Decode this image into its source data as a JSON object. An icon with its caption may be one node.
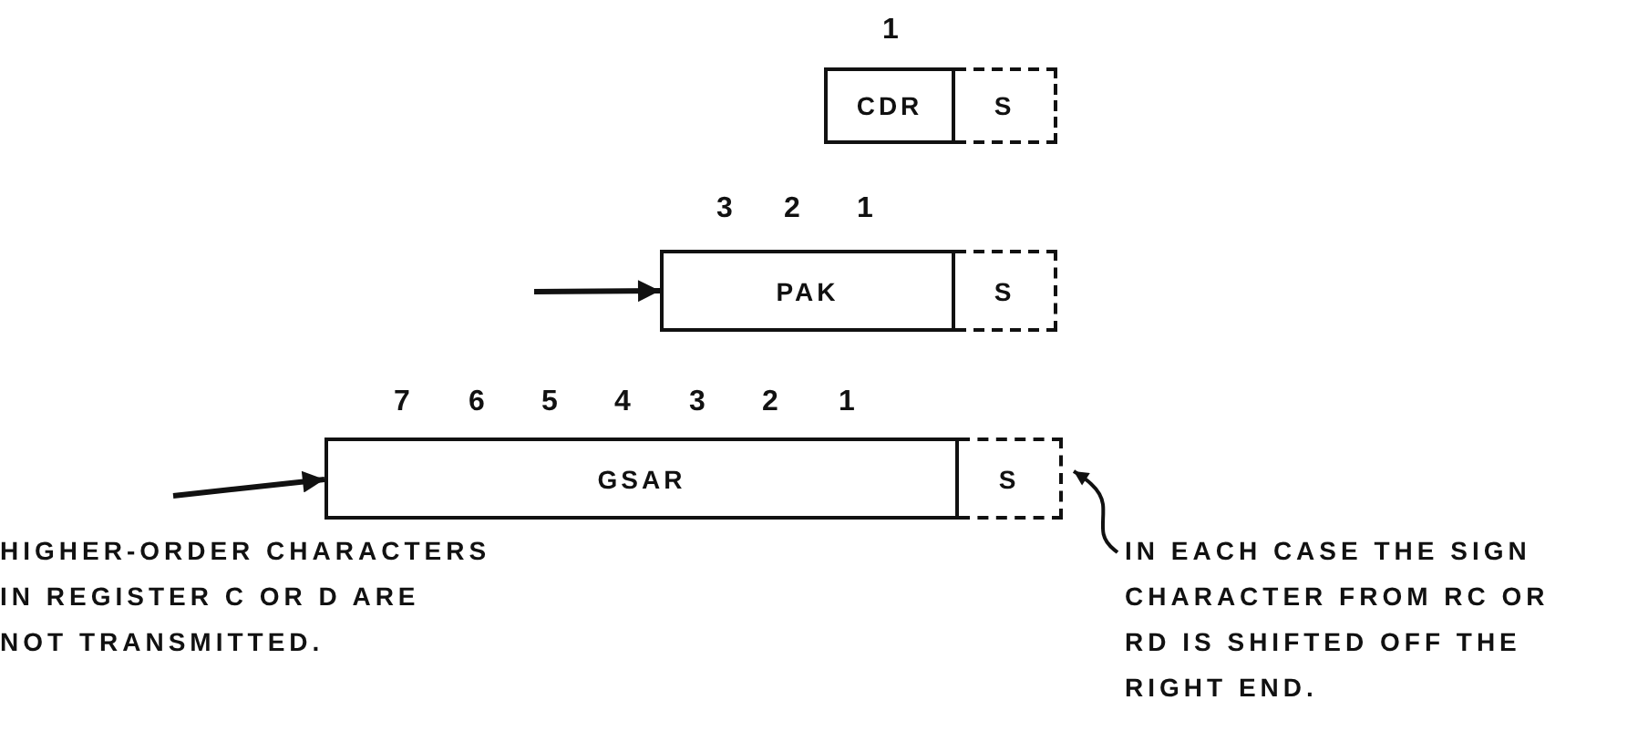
{
  "diagram": {
    "nodes": [
      {
        "text": [
          "CDR"
        ]
      },
      {
        "text": [
          "S"
        ]
      },
      {
        "text": [
          "PAK"
        ]
      },
      {
        "text": [
          "S"
        ]
      },
      {
        "text": [
          "GSAR"
        ]
      },
      {
        "text": [
          "S"
        ]
      },
      {
        "text": [
          "IN EACH CASE THE SIGN CHARACTER FROM RC OR RD IS SHIFTED OFF THE RIGHT END."
        ]
      }
    ],
    "edges": [
      {
        "from": null,
        "to": 2,
        "arrow": "to"
      },
      {
        "from": null,
        "to": 4,
        "arrow": "to"
      },
      {
        "from": 6,
        "to": 5,
        "arrow": "to"
      }
    ],
    "labels": [
      "1",
      "3",
      "2",
      "1",
      "7",
      "6",
      "5",
      "4",
      "3",
      "2",
      "1",
      "HIGHER-ORDER CHARACTERS IN REGISTER C OR D ARE NOT TRANSMITTED."
    ]
  }
}
